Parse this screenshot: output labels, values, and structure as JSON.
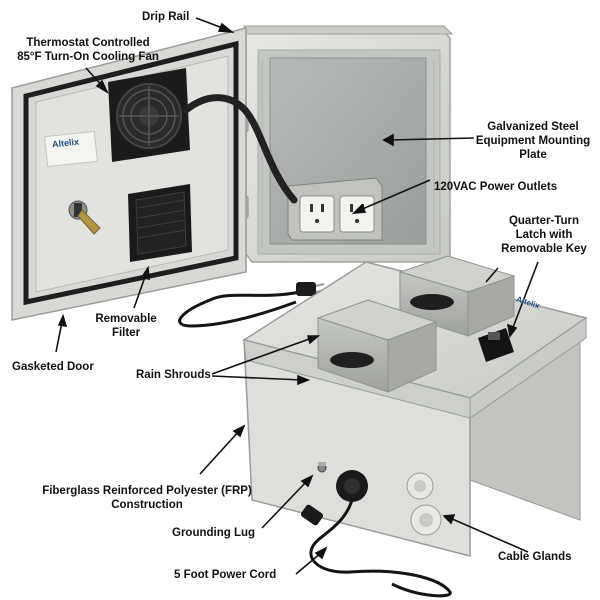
{
  "brand": "Altelix",
  "labels": {
    "drip_rail": "Drip Rail",
    "fan": [
      "Thermostat Controlled",
      "85°F Turn-On Cooling Fan"
    ],
    "mounting_plate": [
      "Galvanized Steel",
      "Equipment Mounting",
      "Plate"
    ],
    "power_outlets": "120VAC Power Outlets",
    "latch": [
      "Quarter-Turn",
      "Latch with",
      "Removable Key"
    ],
    "filter": [
      "Removable",
      "Filter"
    ],
    "gasketed_door": "Gasketed Door",
    "rain_shrouds": "Rain Shrouds",
    "frp": [
      "Fiberglass Reinforced Polyester (FRP)",
      "Construction"
    ],
    "grounding_lug": "Grounding Lug",
    "cable_glands": "Cable Glands",
    "power_cord": "5 Foot Power Cord"
  },
  "colors": {
    "enclosure": "#d9dcd6",
    "enclosure_shadow": "#b9bcb5",
    "interior": "#c8ccc6",
    "plate": "#a9adaa",
    "fan": "#1b1b1b",
    "cord": "#141414",
    "shroud": "#b3b6b1"
  }
}
